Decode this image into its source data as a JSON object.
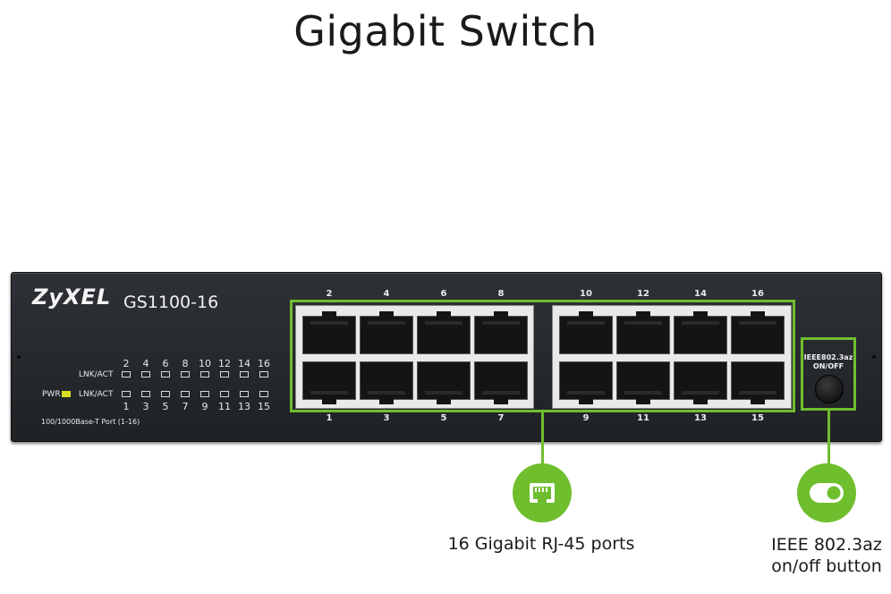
{
  "title": "Gigabit Switch",
  "device": {
    "brand": "ZyXEL",
    "model": "GS1100-16",
    "led_label_lnk_act": "LNK/ACT",
    "led_label_pwr": "PWR",
    "led_top_numbers": [
      "2",
      "4",
      "6",
      "8",
      "10",
      "12",
      "14",
      "16"
    ],
    "led_bottom_numbers": [
      "1",
      "3",
      "5",
      "7",
      "9",
      "11",
      "13",
      "15"
    ],
    "port_caption": "100/1000Base-T Port (1-16)",
    "ports_top": [
      "2",
      "4",
      "6",
      "8",
      "10",
      "12",
      "14",
      "16"
    ],
    "ports_bottom": [
      "1",
      "3",
      "5",
      "7",
      "9",
      "11",
      "13",
      "15"
    ],
    "eee_button_label_line1": "IEEE802.3az",
    "eee_button_label_line2": "ON/OFF"
  },
  "callouts": {
    "ports": {
      "icon": "ethernet-port-icon",
      "label": "16 Gigabit RJ-45 ports"
    },
    "eee": {
      "icon": "toggle-switch-icon",
      "label_line1": "IEEE 802.3az",
      "label_line2": "on/off button"
    }
  },
  "colors": {
    "accent": "#6fbe2e",
    "chassis": "#26292c",
    "pwr_led": "#d9e021"
  }
}
